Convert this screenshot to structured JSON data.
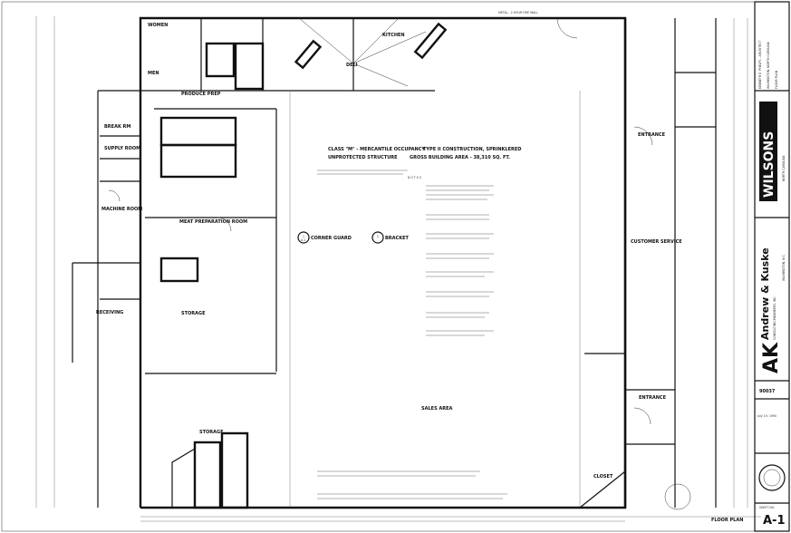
{
  "drawing": {
    "rooms": {
      "women": "WOMEN",
      "men": "MEN",
      "produce_prep": "PRODUCE PREP",
      "break_rm": "BREAK RM",
      "supply_room": "SUPPLY ROOM",
      "machine_room": "MACHINE ROOM",
      "meat_prep": "MEAT PREPARATION ROOM",
      "receiving": "RECEIVING",
      "storage_1": "STORAGE",
      "storage_2": "STORAGE",
      "deli": "DELI",
      "kitchen": "KITCHEN",
      "sales_area": "SALES AREA",
      "entrance_1": "ENTRANCE",
      "entrance_2": "ENTRANCE",
      "customer_service": "CUSTOMER SERVICE",
      "closet": "CLOSET"
    },
    "header_notes": {
      "line1a": "CLASS \"M\" - MERCANTILE OCCUPANCY",
      "line1b": "TYPE II CONSTRUCTION, SPRINKLERED",
      "line2a": "UNPROTECTED STRUCTURE",
      "line2b": "GROSS BUILDING AREA - 38,310 SQ. FT.",
      "notes_title": "N O T E S"
    },
    "details": {
      "corner_guard": "CORNER GUARD",
      "bracket": "BRACKET",
      "detail_1": "1",
      "detail_2": "2",
      "sheet_ref": "A-1"
    },
    "top_note": "METAL - 2 HOUR FIRE WALL"
  },
  "title_block": {
    "architect": "KENNETH E. PHELPS - ARCHITECT",
    "city": "WILMINGTON, NORTH CAROLINA",
    "sheet_name": "FLOOR PLAN",
    "client_logo": "WILSONS",
    "client_location": "NORTH CAROLINA",
    "engineer_logo": "AK",
    "engineer_name": "Andrew & Kuske",
    "engineer_sub": "CONSULTING ENGINEERS, INC.",
    "engineer_city": "WILMINGTON, N.C.",
    "job_no": "90037",
    "date": "July 19, 1990",
    "sheet_no_label": "SHEET NO.",
    "sheet_no": "A-1"
  },
  "footer_label": "FLOOR PLAN"
}
